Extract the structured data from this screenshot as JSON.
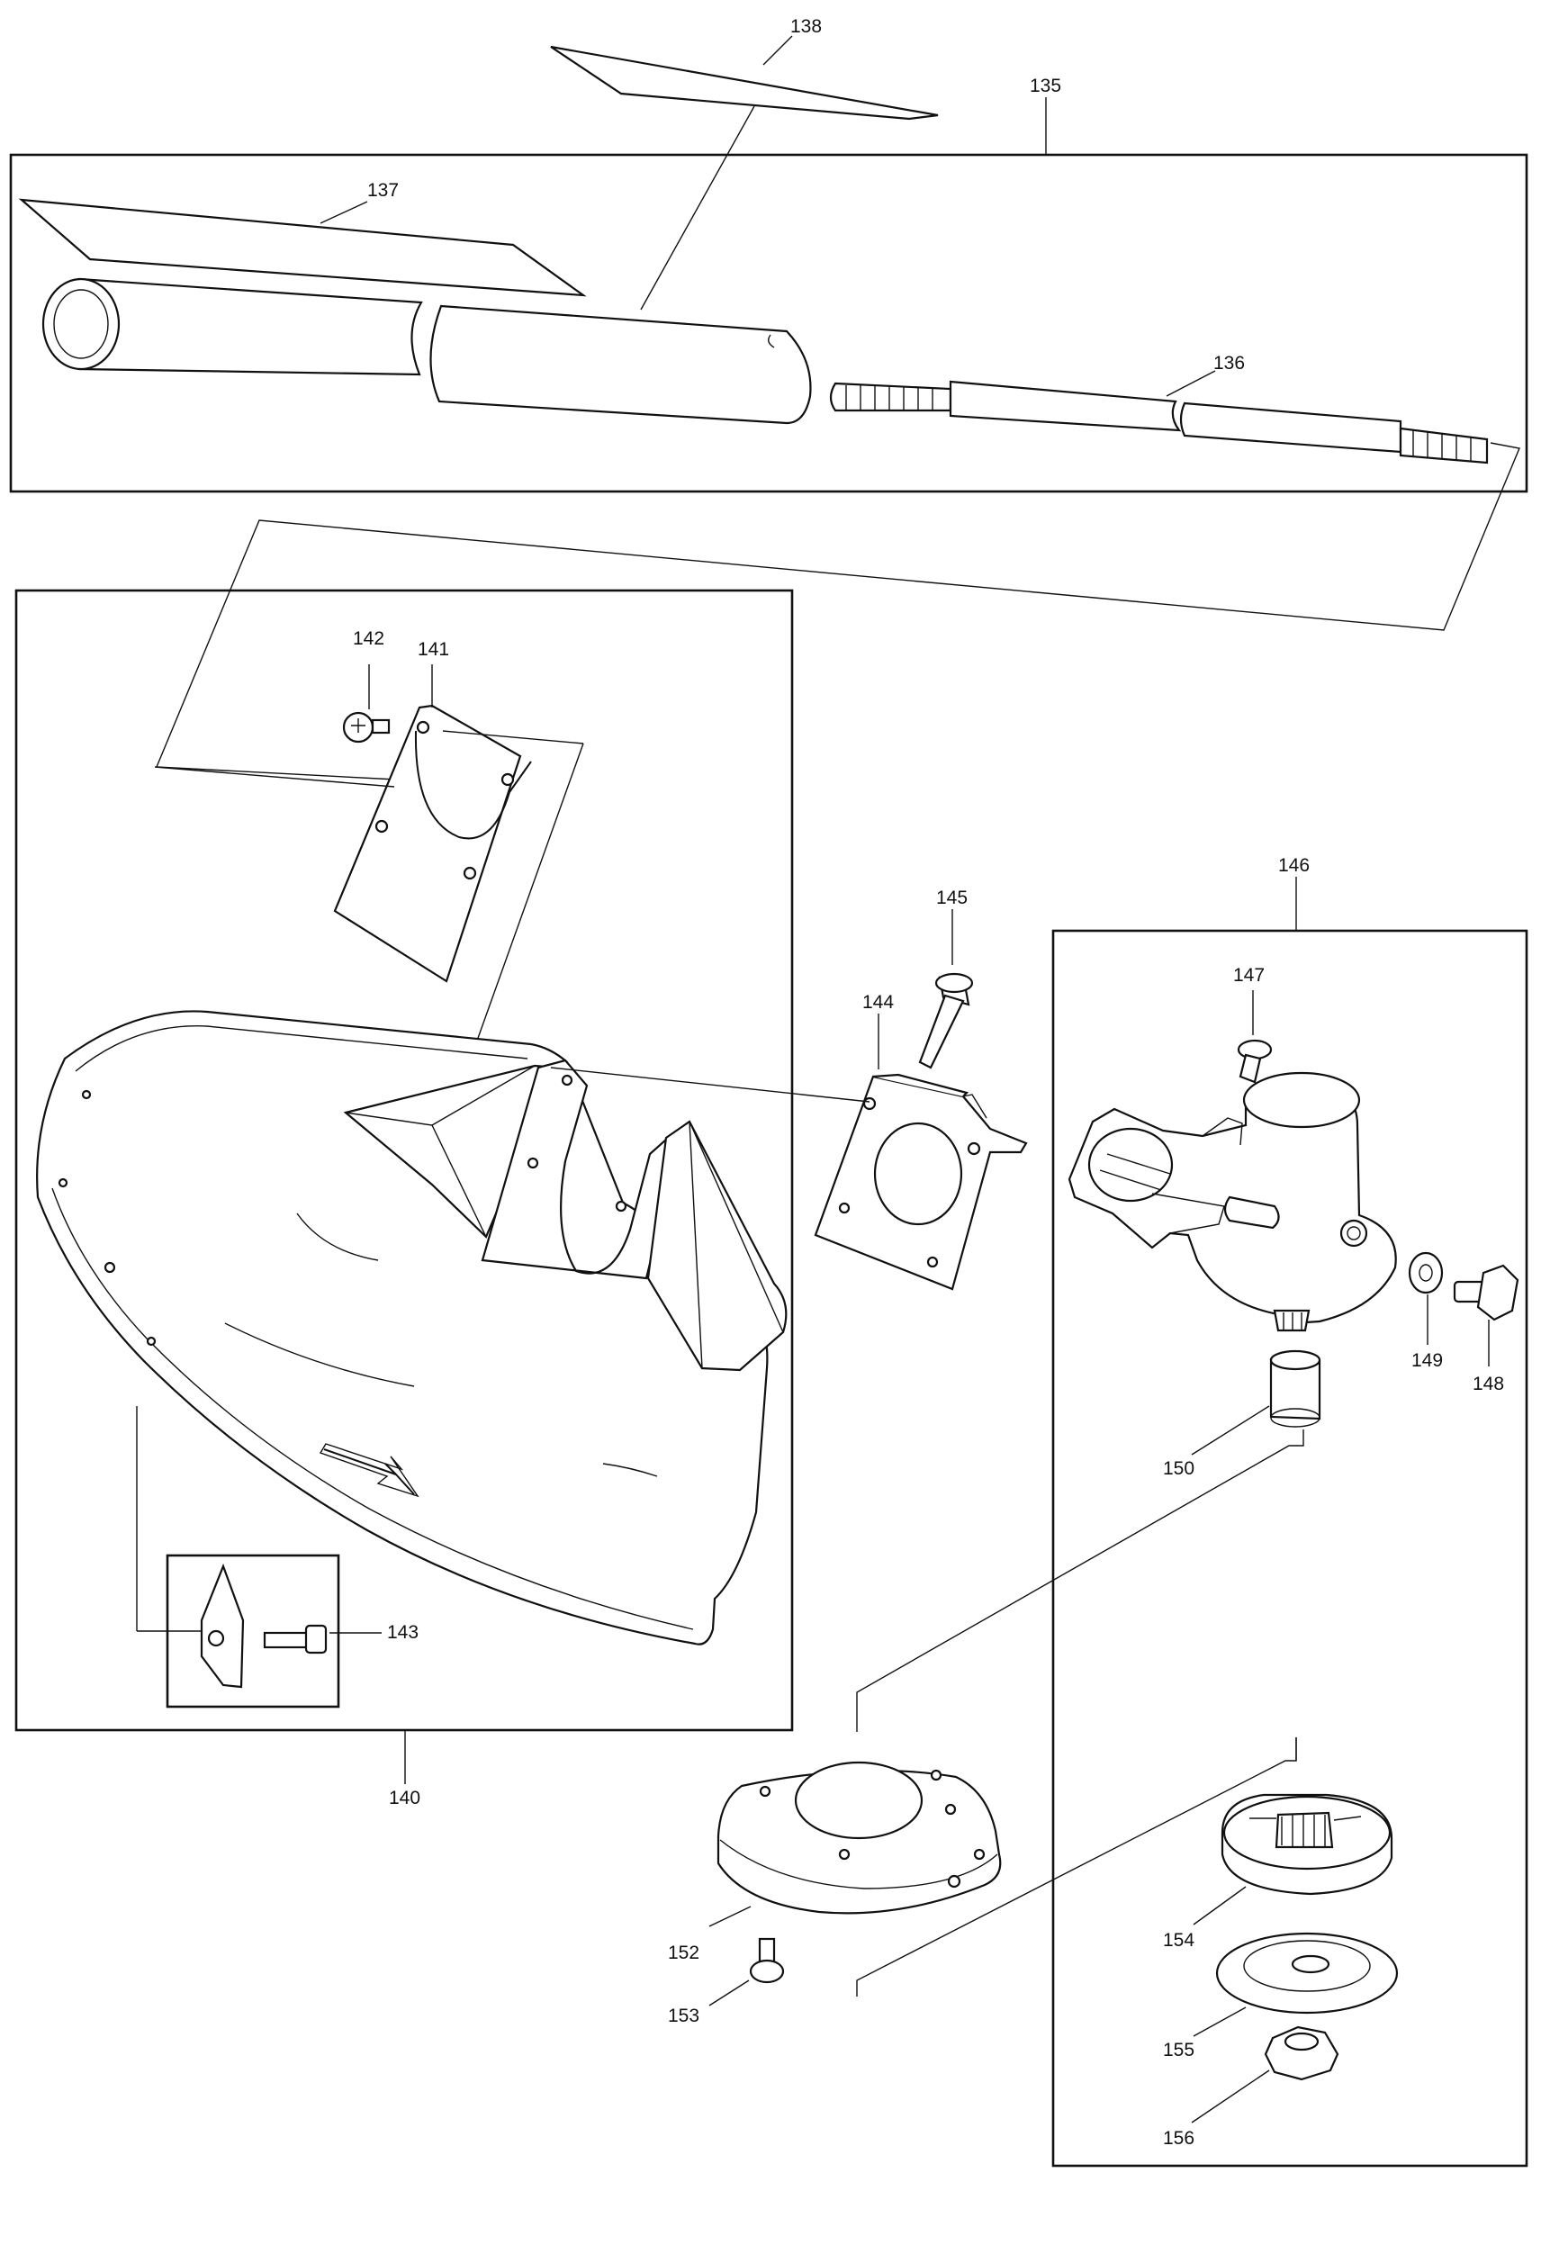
{
  "labels": {
    "p135": "135",
    "p136": "136",
    "p137": "137",
    "p138": "138",
    "p140": "140",
    "p141": "141",
    "p142": "142",
    "p143": "143",
    "p144": "144",
    "p145": "145",
    "p146": "146",
    "p147": "147",
    "p148": "148",
    "p149": "149",
    "p150": "150",
    "p152": "152",
    "p153": "153",
    "p154": "154",
    "p155": "155",
    "p156": "156"
  }
}
